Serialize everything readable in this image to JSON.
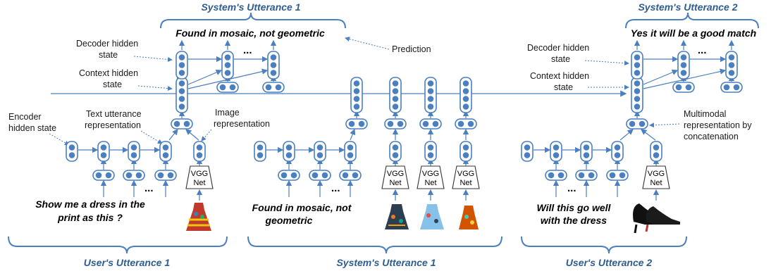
{
  "braces": {
    "system_utterance_1_top": "System's Utterance 1",
    "system_utterance_2_top": "System's Utterance 2",
    "users_utterance_1": "User's Utterance 1",
    "system_utterance_1_bottom": "System's Utterance 1",
    "users_utterance_2": "User's Utterance 2"
  },
  "outputs": {
    "decoder1": "Found in mosaic, not geometric",
    "decoder2": "Yes it will be a good match"
  },
  "labels": {
    "prediction": "Prediction",
    "decoder_hidden_l1": "Decoder hidden",
    "decoder_hidden_l2": "state",
    "context_hidden_l1": "Context hidden",
    "context_hidden_l2": "state",
    "decoder2_hidden_l1": "Decoder hidden",
    "decoder2_hidden_l2": "state",
    "context2_hidden_l1": "Context hidden",
    "context2_hidden_l2": "state",
    "encoder_hidden_l1": "Encoder",
    "encoder_hidden_l2": "hidden state",
    "text_utterance_l1": "Text utterance",
    "text_utterance_l2": "representation",
    "image_rep_l1": "Image",
    "image_rep_l2": "representation",
    "multimodal_l1": "Multimodal",
    "multimodal_l2": "representation by",
    "multimodal_l3": "concatenation"
  },
  "inputs": {
    "user1_l1": "Show me a dress in the",
    "user1_l2": "print as this ?",
    "system1_l1": "Found in mosaic, not",
    "system1_l2": "geometric",
    "user2_l1": "Will this go well",
    "user2_l2": "with the dress"
  },
  "vgg": {
    "l1": "VGG",
    "l2": "Net"
  },
  "ellipsis": "...",
  "colors": {
    "accent": "#2f5d8f",
    "node": "#4a7fc0",
    "arrow": "#4a7fc0"
  },
  "icons": [
    "dress-image",
    "shoe-image"
  ]
}
